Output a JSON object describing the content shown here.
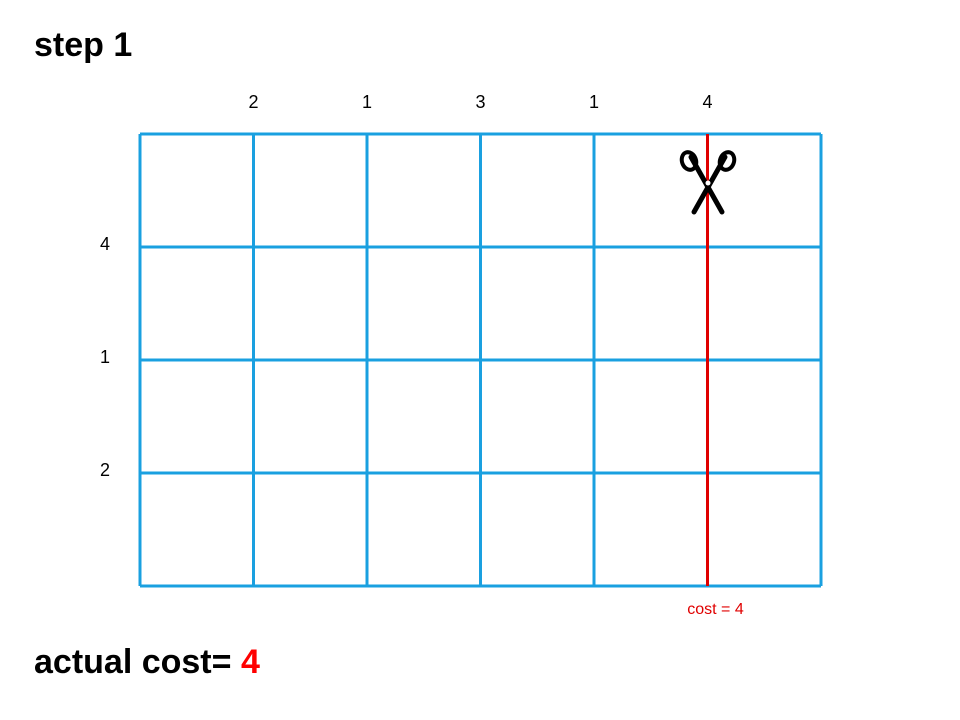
{
  "step_title": "step 1",
  "actual_cost_label": "actual cost=",
  "actual_cost_value": "4",
  "column_costs": [
    "2",
    "1",
    "3",
    "1",
    "4"
  ],
  "row_costs": [
    "4",
    "1",
    "2"
  ],
  "cut": {
    "orientation": "vertical",
    "after_column": 5,
    "label": "cost = 4",
    "color": "#e00000"
  },
  "grid": {
    "columns": 6,
    "rows": 4,
    "color": "#1aa0e0"
  },
  "icons": {
    "cutter": "scissors-icon"
  }
}
